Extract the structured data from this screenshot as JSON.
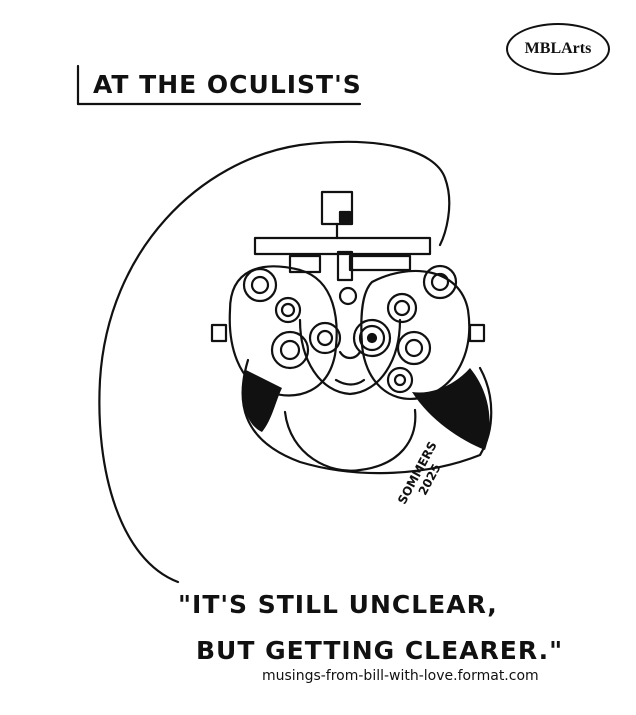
{
  "header": {
    "title": "AT THE OCULIST'S",
    "badge": "MBLArts"
  },
  "cartoon": {
    "signature_name": "SOMMERS",
    "signature_year": "2025",
    "caption_line1": "\"IT'S STILL UNCLEAR,",
    "caption_line2": "BUT GETTING CLEARER.\""
  },
  "footer": {
    "website": "musings-from-bill-with-love.format.com"
  }
}
